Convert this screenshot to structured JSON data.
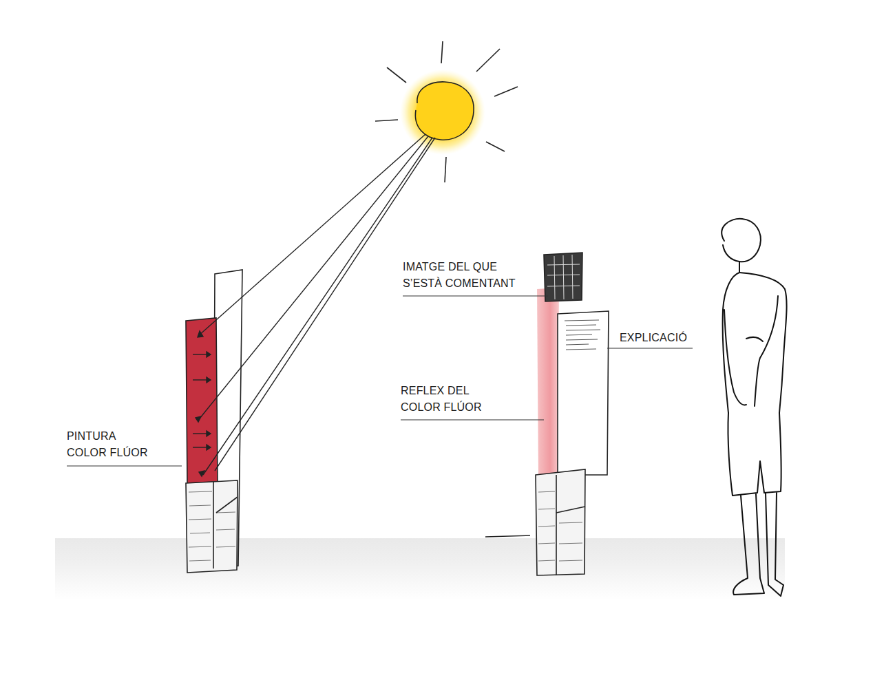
{
  "diagram": {
    "labels": [
      "PINTURA COLOR FLÚOR",
      "IMATGE DEL QUE S’ESTÀ COMENTANT",
      "EXPLICACIÓ",
      "REFLEX DEL COLOR FLÚOR"
    ]
  }
}
